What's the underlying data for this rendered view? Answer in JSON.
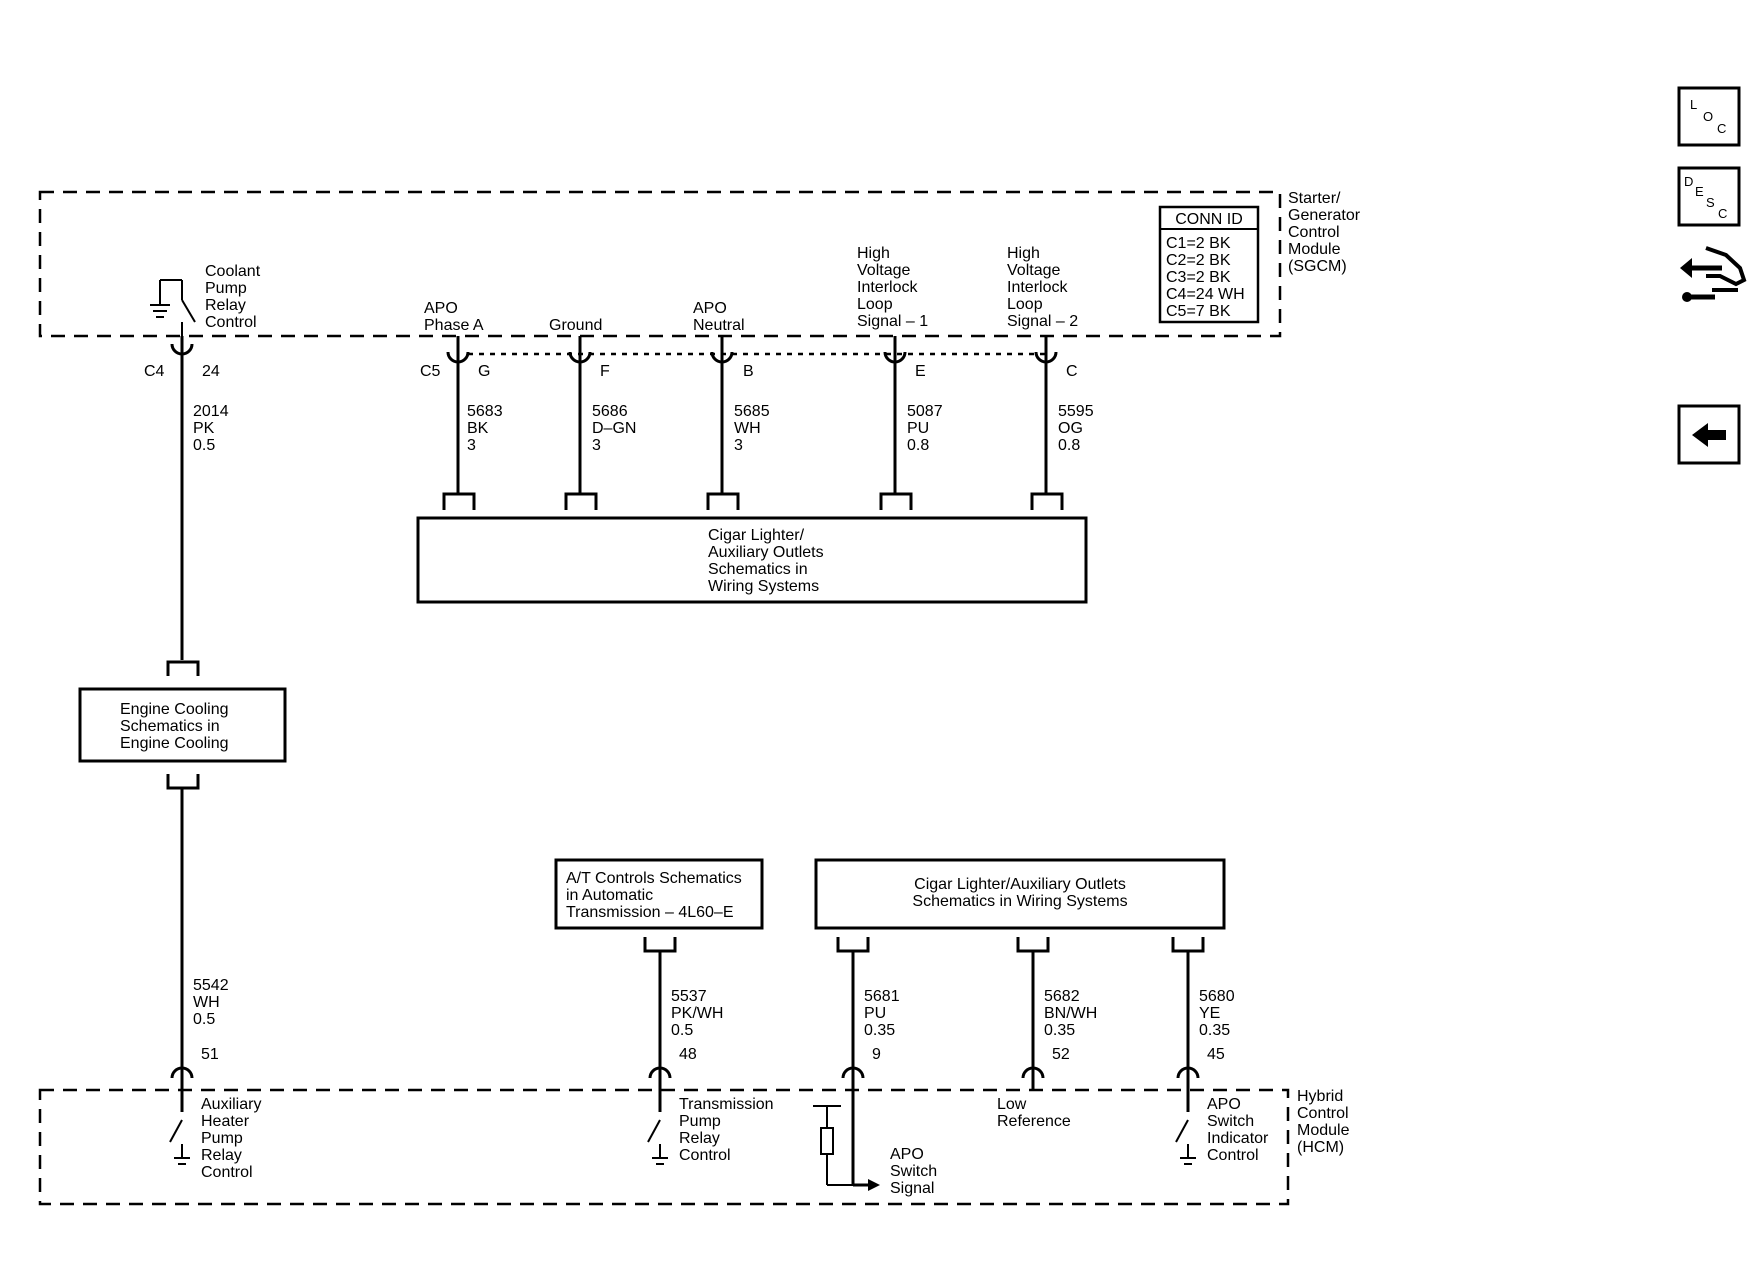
{
  "sgcm": {
    "name": [
      "Starter/",
      "Generator",
      "Control",
      "Module",
      "(SGCM)"
    ],
    "conn_id": {
      "title": "CONN ID",
      "rows": [
        "C1=2 BK",
        "C2=2 BK",
        "C3=2 BK",
        "C4=24 WH",
        "C5=7 BK"
      ]
    },
    "functions": {
      "coolant_pump": [
        "Coolant",
        "Pump",
        "Relay",
        "Control"
      ],
      "apo_phase_a": [
        "APO",
        "Phase A"
      ],
      "ground": [
        "Ground"
      ],
      "apo_neutral": [
        "APO",
        "Neutral"
      ],
      "hvil1": [
        "High",
        "Voltage",
        "Interlock",
        "Loop",
        "Signal – 1"
      ],
      "hvil2": [
        "High",
        "Voltage",
        "Interlock",
        "Loop",
        "Signal – 2"
      ]
    },
    "connectors": {
      "c4": "C4",
      "c4_pin": "24",
      "c5": "C5",
      "g": "G",
      "f": "F",
      "b": "B",
      "e": "E",
      "c": "C"
    }
  },
  "wires_top": {
    "w2014": [
      "2014",
      "PK",
      "0.5"
    ],
    "w5683": [
      "5683",
      "BK",
      "3"
    ],
    "w5686": [
      "5686",
      "D–GN",
      "3"
    ],
    "w5685": [
      "5685",
      "WH",
      "3"
    ],
    "w5087": [
      "5087",
      "PU",
      "0.8"
    ],
    "w5595": [
      "5595",
      "OG",
      "0.8"
    ]
  },
  "boxes": {
    "cigar_top": [
      "Cigar Lighter/",
      "Auxiliary Outlets",
      "Schematics in",
      "Wiring Systems"
    ],
    "engine_cooling": [
      "Engine Cooling",
      "Schematics in",
      "Engine Cooling"
    ],
    "at_controls": [
      "A/T Controls Schematics",
      "in Automatic",
      "Transmission – 4L60–E"
    ],
    "cigar_bottom": [
      "Cigar Lighter/Auxiliary Outlets",
      "Schematics in Wiring Systems"
    ]
  },
  "wires_bottom": {
    "w5542": [
      "5542",
      "WH",
      "0.5"
    ],
    "w5537": [
      "5537",
      "PK/WH",
      "0.5"
    ],
    "w5681": [
      "5681",
      "PU",
      "0.35"
    ],
    "w5682": [
      "5682",
      "BN/WH",
      "0.35"
    ],
    "w5680": [
      "5680",
      "YE",
      "0.35"
    ]
  },
  "hcm": {
    "name": [
      "Hybrid",
      "Control",
      "Module",
      "(HCM)"
    ],
    "pins": {
      "p51": "51",
      "p48": "48",
      "p9": "9",
      "p52": "52",
      "p45": "45"
    },
    "functions": {
      "aux_heater": [
        "Auxiliary",
        "Heater",
        "Pump",
        "Relay",
        "Control"
      ],
      "trans_pump": [
        "Transmission",
        "Pump",
        "Relay",
        "Control"
      ],
      "apo_switch_signal": [
        "APO",
        "Switch",
        "Signal"
      ],
      "low_ref": [
        "Low",
        "Reference"
      ],
      "apo_indicator": [
        "APO",
        "Switch",
        "Indicator",
        "Control"
      ]
    }
  },
  "nav": {
    "loc_letters": [
      "L",
      "O",
      "C"
    ],
    "desc_letters": [
      "D",
      "E",
      "S",
      "C"
    ],
    "icons": [
      "loc-icon",
      "desc-icon",
      "connector-hand-icon",
      "back-arrow-icon"
    ]
  }
}
